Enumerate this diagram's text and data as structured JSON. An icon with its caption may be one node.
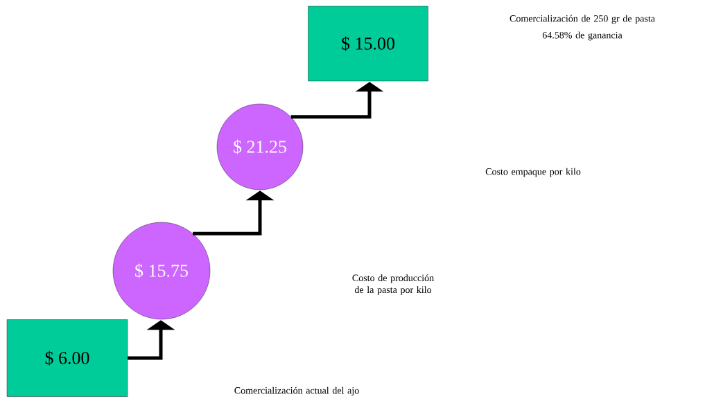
{
  "diagram": {
    "nodes": [
      {
        "text": [
          "$ 6.00"
        ]
      },
      {
        "text": [
          "$ 15.75"
        ]
      },
      {
        "text": [
          "$ 21.25"
        ]
      },
      {
        "text": [
          "$ 15.00"
        ]
      }
    ],
    "edges": [
      {
        "from": 0,
        "to": 1,
        "arrow": "to"
      },
      {
        "from": 1,
        "to": 2,
        "arrow": "to"
      },
      {
        "from": 2,
        "to": 3,
        "arrow": "to"
      }
    ],
    "labels": [
      "Comercialización de 250 gr de pasta",
      "64.58% de ganancia",
      "Costo empaque por kilo",
      "Costo de producción de la pasta por kilo",
      "Comercialización actual del ajo"
    ]
  }
}
